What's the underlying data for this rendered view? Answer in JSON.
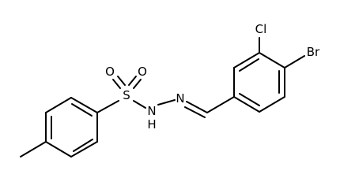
{
  "molecule": {
    "atoms": {
      "s": "S",
      "o_top_left": "O",
      "o_top_right": "O",
      "nh_n": "N",
      "nh_h": "H",
      "n_imine": "N",
      "cl": "Cl",
      "br": "Br"
    }
  },
  "colors": {
    "bond": "#000000",
    "text": "#000000",
    "background": "#ffffff"
  }
}
